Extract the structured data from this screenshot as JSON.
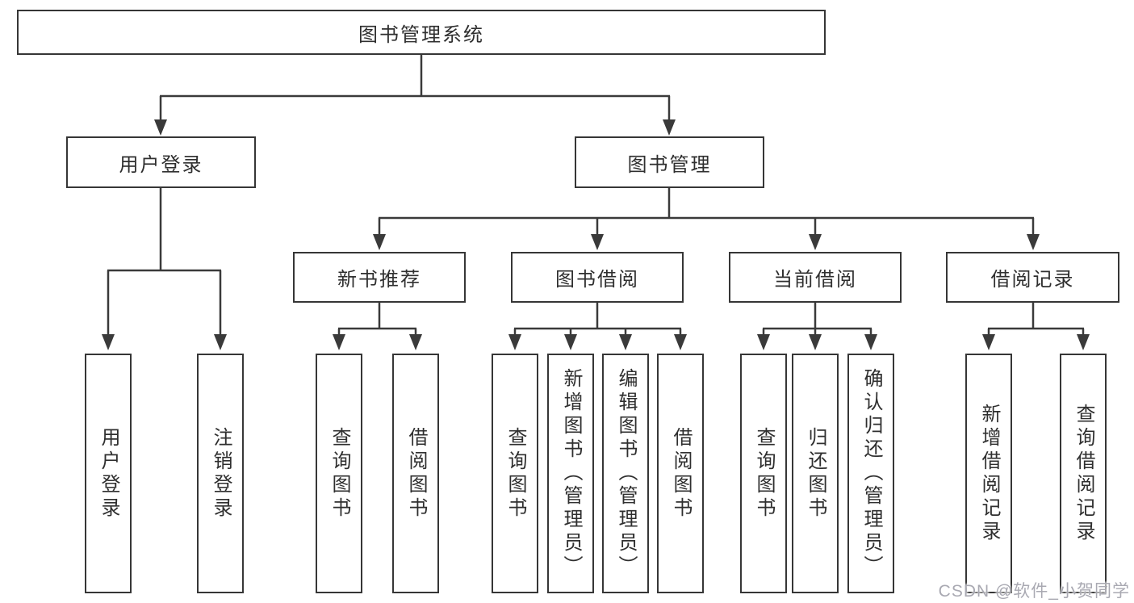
{
  "colors": {
    "line": "#3a3a3a",
    "border": "#363636",
    "text": "#2f2f2f",
    "background": "#ffffff",
    "watermark": "#a9a9b2"
  },
  "watermark": {
    "text": "CSDN @软件_小贺同学"
  },
  "tree": {
    "root": {
      "label": "图书管理系统"
    },
    "level1": [
      {
        "label": "用户登录",
        "children": [
          {
            "label": "用户登录"
          },
          {
            "label": "注销登录"
          }
        ]
      },
      {
        "label": "图书管理",
        "children": [
          {
            "label": "新书推荐",
            "children": [
              {
                "label": "查询图书"
              },
              {
                "label": "借阅图书"
              }
            ]
          },
          {
            "label": "图书借阅",
            "children": [
              {
                "label": "查询图书"
              },
              {
                "label": "新增图书（管理员）"
              },
              {
                "label": "编辑图书（管理员）"
              },
              {
                "label": "借阅图书"
              }
            ]
          },
          {
            "label": "当前借阅",
            "children": [
              {
                "label": "查询图书"
              },
              {
                "label": "归还图书"
              },
              {
                "label": "确认归还（管理员）"
              }
            ]
          },
          {
            "label": "借阅记录",
            "children": [
              {
                "label": "新增借阅记录"
              },
              {
                "label": "查询借阅记录"
              }
            ]
          }
        ]
      }
    ]
  }
}
